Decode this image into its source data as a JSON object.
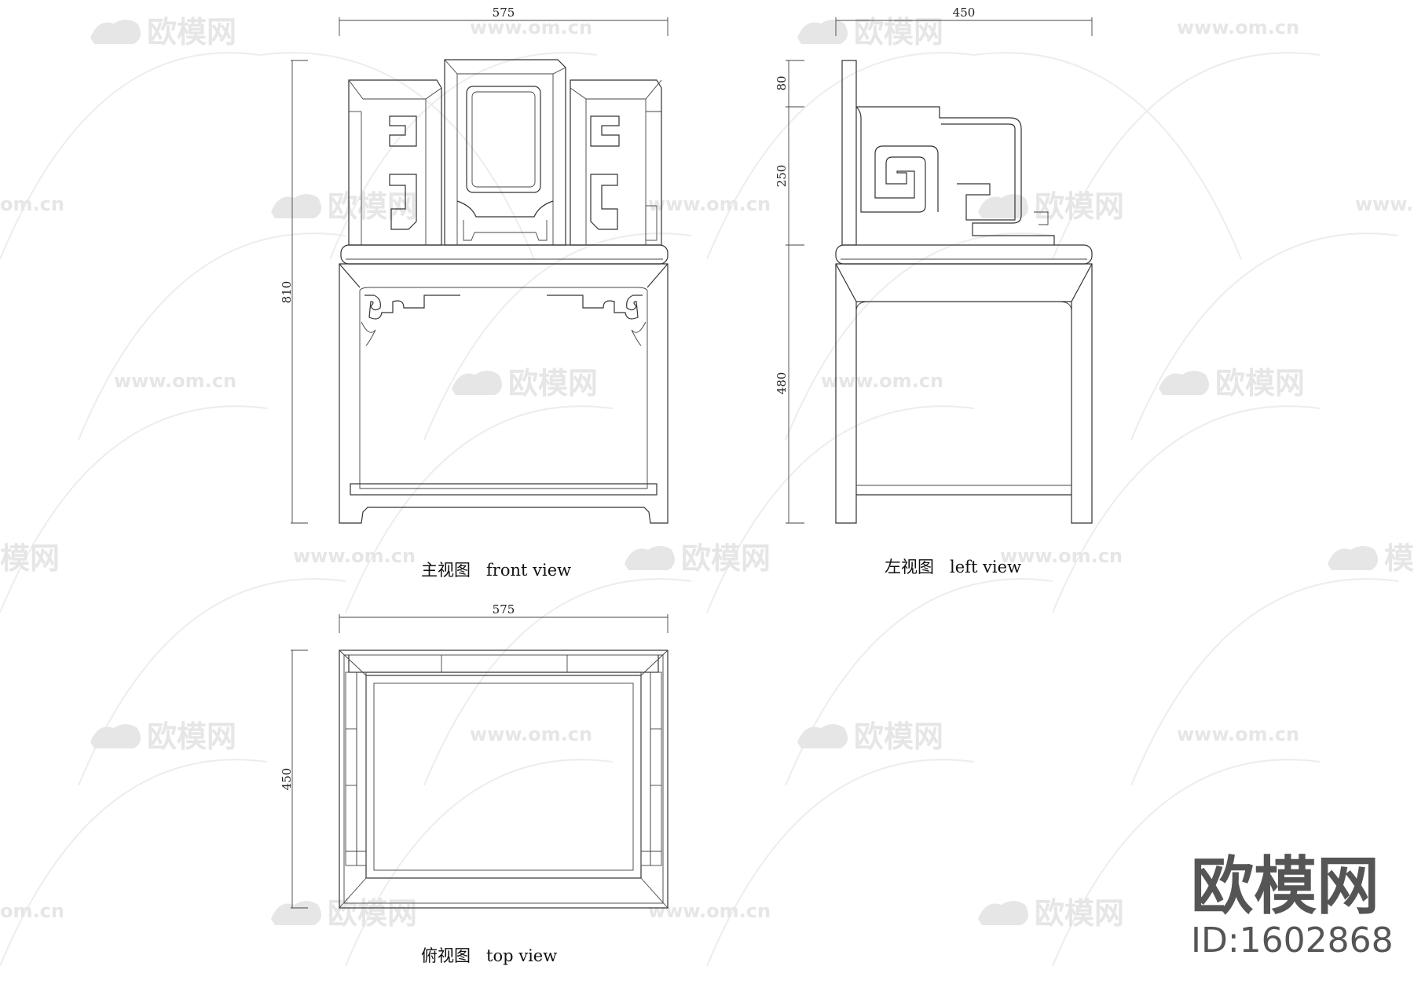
{
  "watermark": {
    "site_text": "www.om.cn",
    "short_text": "om.cn",
    "logo_text": "欧模网",
    "partial_logo_text": "模网",
    "color": "#e6e6e6"
  },
  "views": {
    "front": {
      "caption": "主视图   front view",
      "width_dim": "575",
      "height_dim": "810"
    },
    "left": {
      "caption": "左视图   left view",
      "depth_dim": "450",
      "dim_top": "80",
      "dim_middle": "250",
      "dim_bottom": "480"
    },
    "top": {
      "caption": "俯视图   top view",
      "width_dim": "575",
      "depth_dim": "450"
    }
  },
  "brand": {
    "logo_text": "欧模网",
    "id_text": "ID:1602868",
    "color": "#555555"
  }
}
